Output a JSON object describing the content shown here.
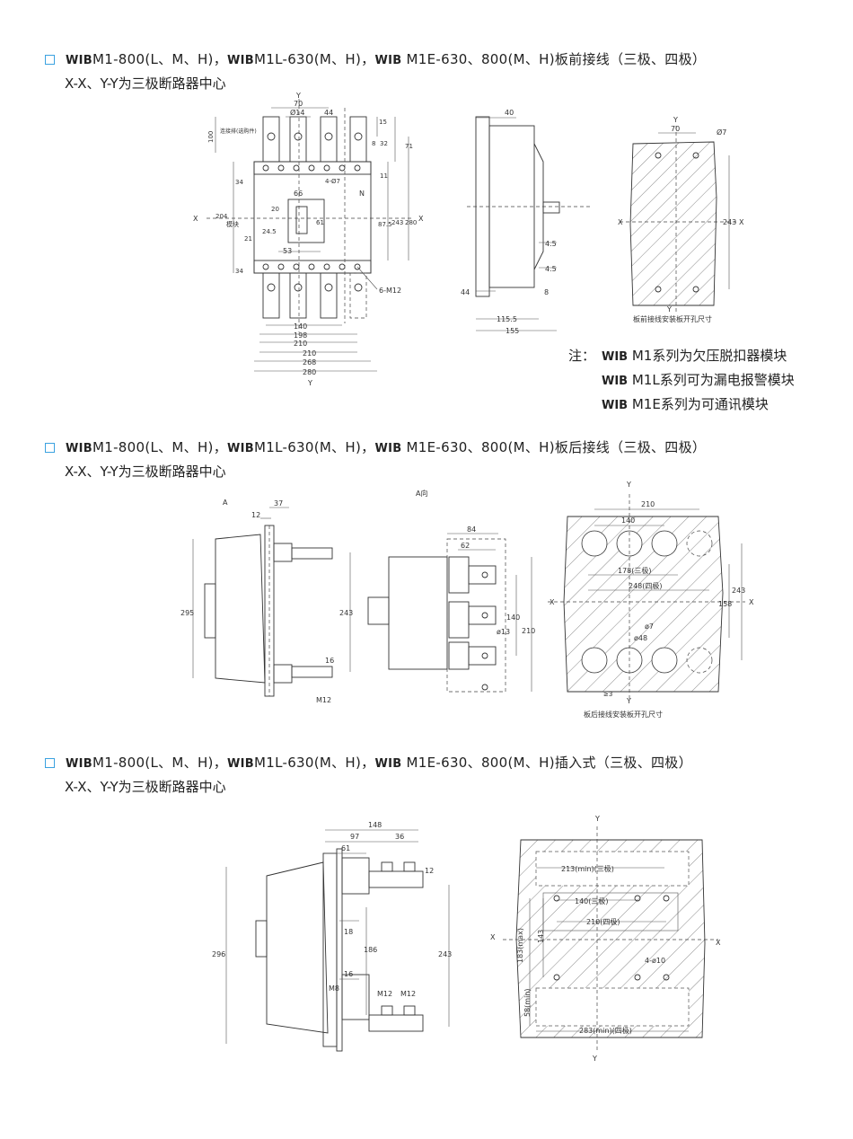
{
  "sections": [
    {
      "brand": [
        "WIB",
        "WIB",
        "WIB"
      ],
      "title_parts": [
        "M1-800(L、M、H)，",
        "M1L-630(M、H)，",
        " M1E-630、800(M、H)板前接线（三极、四极）"
      ],
      "subtitle": "X-X、Y-Y为三极断路器中心"
    },
    {
      "brand": [
        "WIB",
        "WIB",
        "WIB"
      ],
      "title_parts": [
        "M1-800(L、M、H)，",
        "M1L-630(M、H)，",
        " M1E-630、800(M、H)板后接线（三极、四极）"
      ],
      "subtitle": "X-X、Y-Y为三极断路器中心"
    },
    {
      "brand": [
        "WIB",
        "WIB",
        "WIB"
      ],
      "title_parts": [
        "M1-800(L、M、H)，",
        "M1L-630(M、H)，",
        " M1E-630、800(M、H)插入式（三极、四极）"
      ],
      "subtitle": "X-X、Y-Y为三极断路器中心"
    }
  ],
  "notes": {
    "prefix": "注：",
    "lines": [
      {
        "brand": "WIB",
        "text": " M1系列为欠压脱扣器模块"
      },
      {
        "brand": "WIB",
        "text": " M1L系列可为漏电报警模块"
      },
      {
        "brand": "WIB",
        "text": " M1E系列为可通讯模块"
      }
    ]
  },
  "drawing1": {
    "front": {
      "labels": {
        "y_top": "Y",
        "d70": "70",
        "d14": "Ø14",
        "d44": "44",
        "d15": "15",
        "d100": "100",
        "conn": "连接排(选购件)",
        "d8": "8",
        "d32": "32",
        "d71": "71",
        "d11": "11",
        "holes": "4-Ø7",
        "d34a": "34",
        "d66": "66",
        "n": "N",
        "x_left": "X",
        "x_right": "X",
        "d204": "204",
        "module": "模块",
        "d20": "20",
        "d61": "61",
        "d87_5": "87.5",
        "d243": "243",
        "d280v": "280",
        "d24_5": "24.5",
        "d21": "21",
        "d53": "53",
        "d34b": "34",
        "m12": "6-M12",
        "d140": "140",
        "d198": "198",
        "d210a": "210",
        "d210b": "210",
        "d268": "268",
        "d280": "280",
        "y_bottom": "Y"
      }
    },
    "side": {
      "labels": {
        "d40": "40",
        "d4_5a": "4.5",
        "d4_5b": "4.5",
        "d44": "44",
        "d8": "8",
        "d115_5": "115.5",
        "d155": "155"
      }
    },
    "panel": {
      "labels": {
        "y_top": "Y",
        "d70": "70",
        "d7": "Ø7",
        "x_left": "X",
        "x_right": "X",
        "d243": "243",
        "y_bottom": "Y",
        "caption": "板前接线安装板开孔尺寸"
      }
    }
  },
  "drawing2": {
    "side": {
      "labels": {
        "a": "A",
        "d37": "37",
        "d12": "12",
        "d295": "295",
        "d243": "243",
        "d16": "16",
        "m12": "M12"
      }
    },
    "view": {
      "labels": {
        "title": "A向",
        "d84": "84",
        "d62": "62",
        "d140": "140",
        "d210": "210",
        "d13": "ø13"
      }
    },
    "panel": {
      "labels": {
        "y_top": "Y",
        "d210": "210",
        "d140": "140",
        "d178": "178(三极)",
        "d248": "248(四极)",
        "x_left": "X",
        "x_right": "X",
        "d158": "158",
        "d243": "243",
        "d7": "ø7",
        "d48": "ø48",
        "d3": "≥3",
        "y_bottom": "Y",
        "caption": "板后接线安装板开孔尺寸"
      }
    }
  },
  "drawing3": {
    "side": {
      "labels": {
        "d148": "148",
        "d97": "97",
        "d36": "36",
        "d61": "61",
        "d12": "12",
        "d296": "296",
        "d18": "18",
        "d186": "186",
        "d243": "243",
        "d16": "16",
        "m8": "M8",
        "m12a": "M12",
        "m12b": "M12"
      }
    },
    "panel": {
      "labels": {
        "y_top": "Y",
        "d213": "213(min)(三极)",
        "d140": "140(三极)",
        "d210": "210(四极)",
        "x_left": "X",
        "x_right": "X",
        "d183": "183(max)",
        "d143": "143",
        "d10": "4-ø10",
        "d58": "58(min)",
        "d283": "283(min)(四极)",
        "y_bottom": "Y"
      }
    }
  }
}
